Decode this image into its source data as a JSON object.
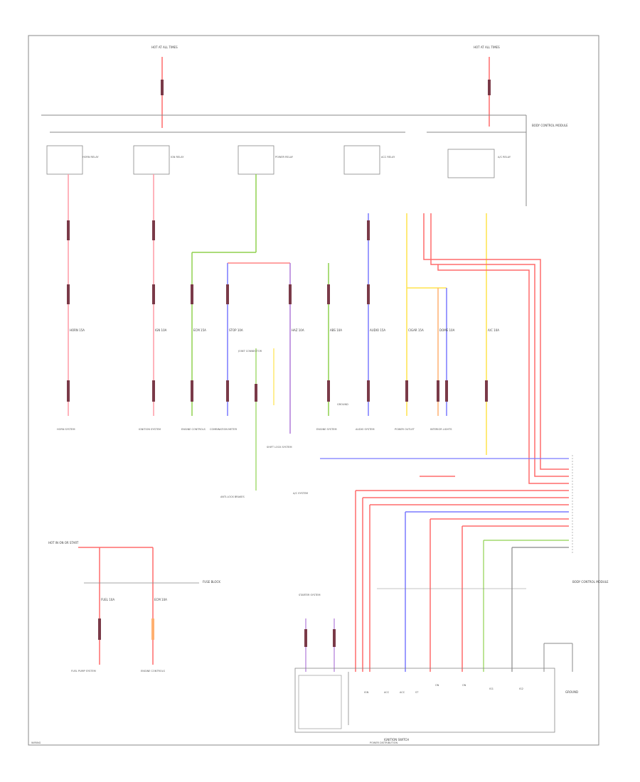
{
  "diagram": {
    "top_left_label": "HOT AT ALL TIMES",
    "top_right_label": "HOT AT ALL TIMES",
    "right_bus_label": "BODY CONTROL MODULE",
    "relays": {
      "r1": "HORN RELAY",
      "r2": "IGN RELAY",
      "r3": "POWER RELAY",
      "r4": "ACC RELAY",
      "r5": "A/C RELAY"
    },
    "fuses": {
      "f1": "HORN 15A",
      "f2": "IGN 10A",
      "f3": "ECM 15A",
      "f4": "STOP 10A",
      "f5": "HAZ 10A",
      "f6": "ABS 10A",
      "f7": "AUDIO 15A",
      "f8": "CIGAR 15A",
      "f9": "DOME 10A",
      "f10": "A/C 10A"
    },
    "bottom_fuses": {
      "b1": "FUEL 10A",
      "b2": "ECM 10A"
    },
    "destinations": {
      "d1": "HORN SYSTEM",
      "d2": "IGNITION SYSTEM",
      "d3": "ENGINE CONTROLS",
      "d4": "COMBINATION METER",
      "d5": "SHIFT LOCK SYSTEM",
      "d6": "ENGINE SYSTEM",
      "d7": "AUDIO SYSTEM",
      "d8": "POWER OUTLET",
      "d9": "INTERIOR LIGHTS",
      "d10": "A/C SYSTEM",
      "d11": "ANTI-LOCK BRAKES",
      "d12": "STARTER SYSTEM",
      "d13": "FUEL PUMP SYSTEM",
      "d14": "ENGINE CONTROLS"
    },
    "center_label_1": "JOINT CONNECTOR",
    "center_label_2": "GROUND",
    "bottom_left_label": "HOT IN ON OR START",
    "bottom_left_bus_label": "FUSE BLOCK",
    "bottom_module": "IGNITION SWITCH",
    "module_label": "BODY CONTROL MODULE",
    "ground_label": "GROUND",
    "inner_labels": {
      "m1": "IGN",
      "m2": "ACC",
      "m3": "ACC",
      "m4": "ST",
      "m5": "ON",
      "m6": "ON",
      "m7": "IG1",
      "m8": "IG2"
    },
    "footer_left": "WIRING",
    "footer_center": "POWER DISTRIBUTION",
    "colors": {
      "red": "#ff6b6b",
      "pink": "#f7a0a8",
      "green": "#8fd14f",
      "blue": "#7a7aff",
      "purple": "#b07ad8",
      "yellow": "#ffe44d",
      "orange": "#ffb070",
      "gray": "#888888"
    }
  }
}
